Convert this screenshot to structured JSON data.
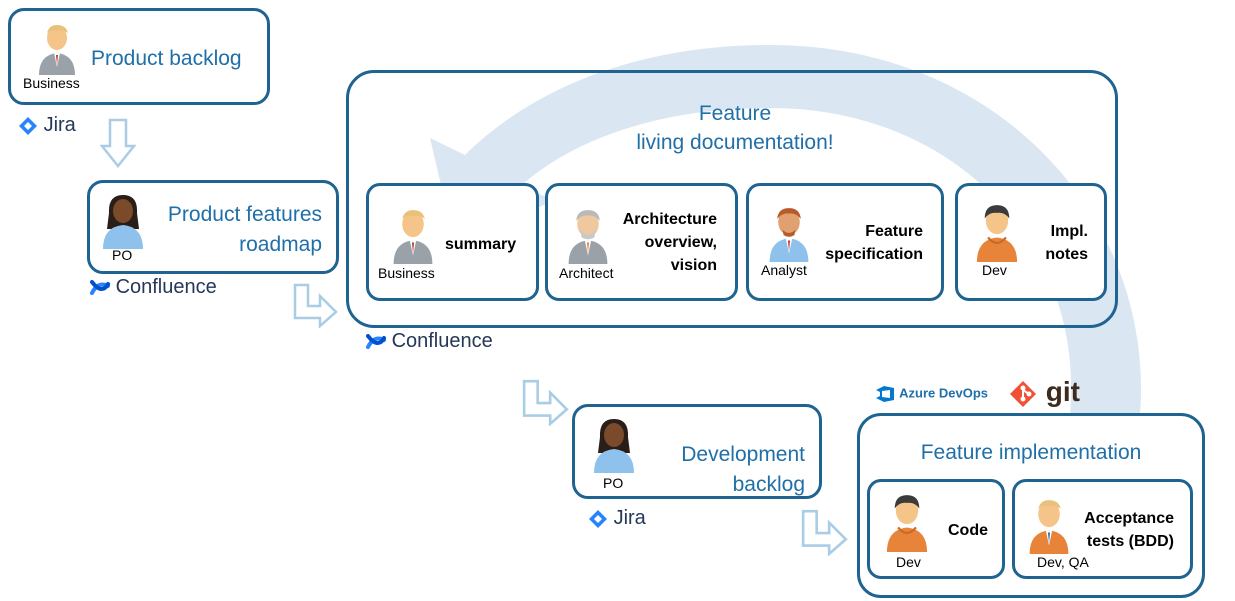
{
  "colors": {
    "accent": "#1f6391",
    "title": "#1f6fa8",
    "cycle": "#dae7f2",
    "skin": "#f5c489",
    "skin_dark": "#7a4a2b",
    "orange": "#e8843a"
  },
  "product_backlog": {
    "title": "Product backlog",
    "role": "Business"
  },
  "jira_1": {
    "label": "Jira"
  },
  "roadmap": {
    "title_line1": "Product features",
    "title_line2": "roadmap",
    "role": "PO"
  },
  "confluence_1": {
    "label": "Confluence"
  },
  "living_doc": {
    "title_line1": "Feature",
    "title_line2": "living documentation!",
    "cards": [
      {
        "lines": [
          "summary"
        ],
        "role": "Business",
        "icon": "business-person-icon"
      },
      {
        "lines": [
          "Architecture",
          "overview,",
          "vision"
        ],
        "role": "Architect",
        "icon": "architect-person-icon"
      },
      {
        "lines": [
          "Feature",
          "specification"
        ],
        "role": "Analyst",
        "icon": "analyst-person-icon"
      },
      {
        "lines": [
          "Impl.",
          "notes"
        ],
        "role": "Dev",
        "icon": "dev-person-icon"
      }
    ]
  },
  "confluence_2": {
    "label": "Confluence"
  },
  "dev_backlog": {
    "title_line1": "Development",
    "title_line2": "backlog",
    "role": "PO"
  },
  "jira_2": {
    "label": "Jira"
  },
  "azure": {
    "label": "Azure DevOps"
  },
  "git": {
    "label": "git"
  },
  "implementation": {
    "title": "Feature implementation",
    "cards": [
      {
        "lines": [
          "Code"
        ],
        "role": "Dev",
        "icon": "dev-person-icon"
      },
      {
        "lines": [
          "Acceptance",
          "tests (BDD)"
        ],
        "role": "Dev, QA",
        "icon": "dev-qa-person-icon"
      }
    ]
  }
}
